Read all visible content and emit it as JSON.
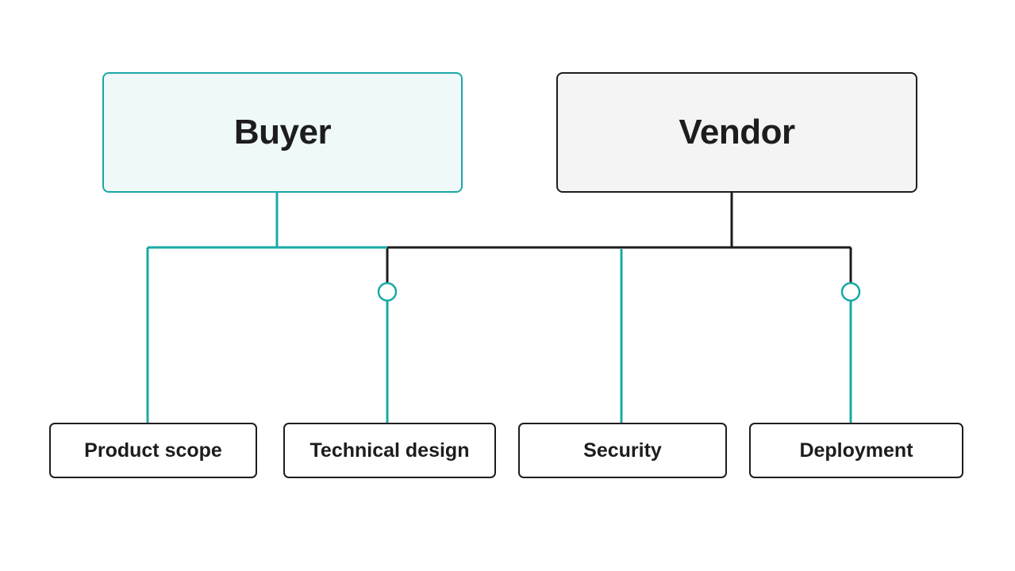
{
  "parties": {
    "buyer": "Buyer",
    "vendor": "Vendor"
  },
  "areas": [
    {
      "label": "Product scope"
    },
    {
      "label": "Technical design"
    },
    {
      "label": "Security"
    },
    {
      "label": "Deployment"
    }
  ],
  "colors": {
    "buyer_accent": "#1aa9a5",
    "buyer_fill": "#f0f9fa",
    "vendor_accent": "#1d1d1f",
    "vendor_fill": "#f4f4f4"
  }
}
